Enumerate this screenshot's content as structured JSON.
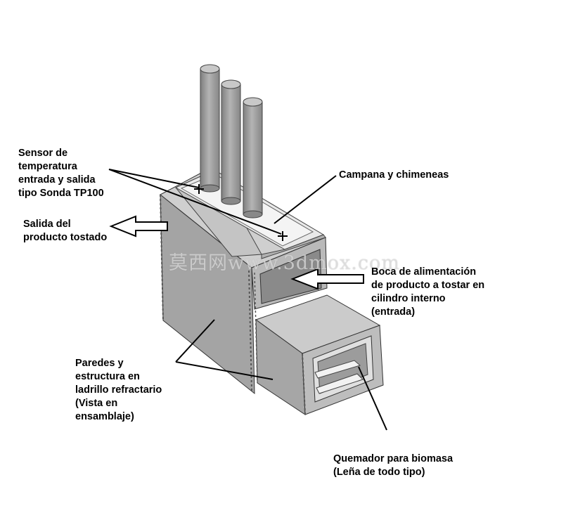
{
  "labels": {
    "sensor": [
      "Sensor de",
      "temperatura",
      "entrada y salida",
      "tipo Sonda TP100"
    ],
    "salida": [
      "Salida del",
      "producto tostado"
    ],
    "campana": [
      "Campana y chimeneas"
    ],
    "boca": [
      "Boca de alimentación",
      "de producto a tostar en",
      "cilindro interno",
      "(entrada)"
    ],
    "paredes": [
      "Paredes y",
      "estructura en",
      "ladrillo refractario",
      "(Vista en",
      "ensamblaje)"
    ],
    "quemador": [
      "Quemador para biomasa",
      "(Leña de todo tipo)"
    ]
  },
  "watermark": "莫西网www.3dmox.com",
  "colors": {
    "front_face": "#a6a6a6",
    "side_face": "#bcbcbc",
    "top_face": "#d0d0d0",
    "dark_face": "#8e8e8e",
    "chimney": "#9a9a9a",
    "line": "#000000"
  }
}
